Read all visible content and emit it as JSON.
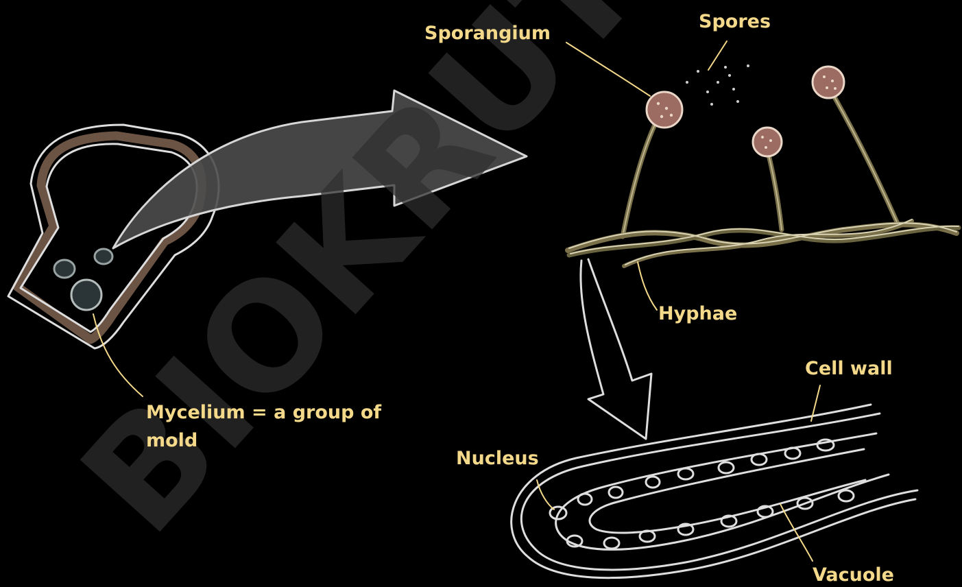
{
  "watermark": "BIOKRUTUI...",
  "labels": {
    "sporangium": "Sporangium",
    "spores": "Spores",
    "hyphae": "Hyphae",
    "mycelium_line1": "Mycelium = a group of",
    "mycelium_line2": "mold",
    "cell_wall": "Cell wall",
    "nucleus": "Nucleus",
    "vacuole": "Vacuole"
  },
  "colors": {
    "background": "#000000",
    "label": "#f4d98a",
    "chalk_line": "#dedede",
    "bread_crust": "#6b5444",
    "hyphae_strand": "#7a704a",
    "sporangium_fill": "#9c6b62",
    "mold_spot": "#2b3436",
    "arrow_fill": "#4c4c4c"
  }
}
